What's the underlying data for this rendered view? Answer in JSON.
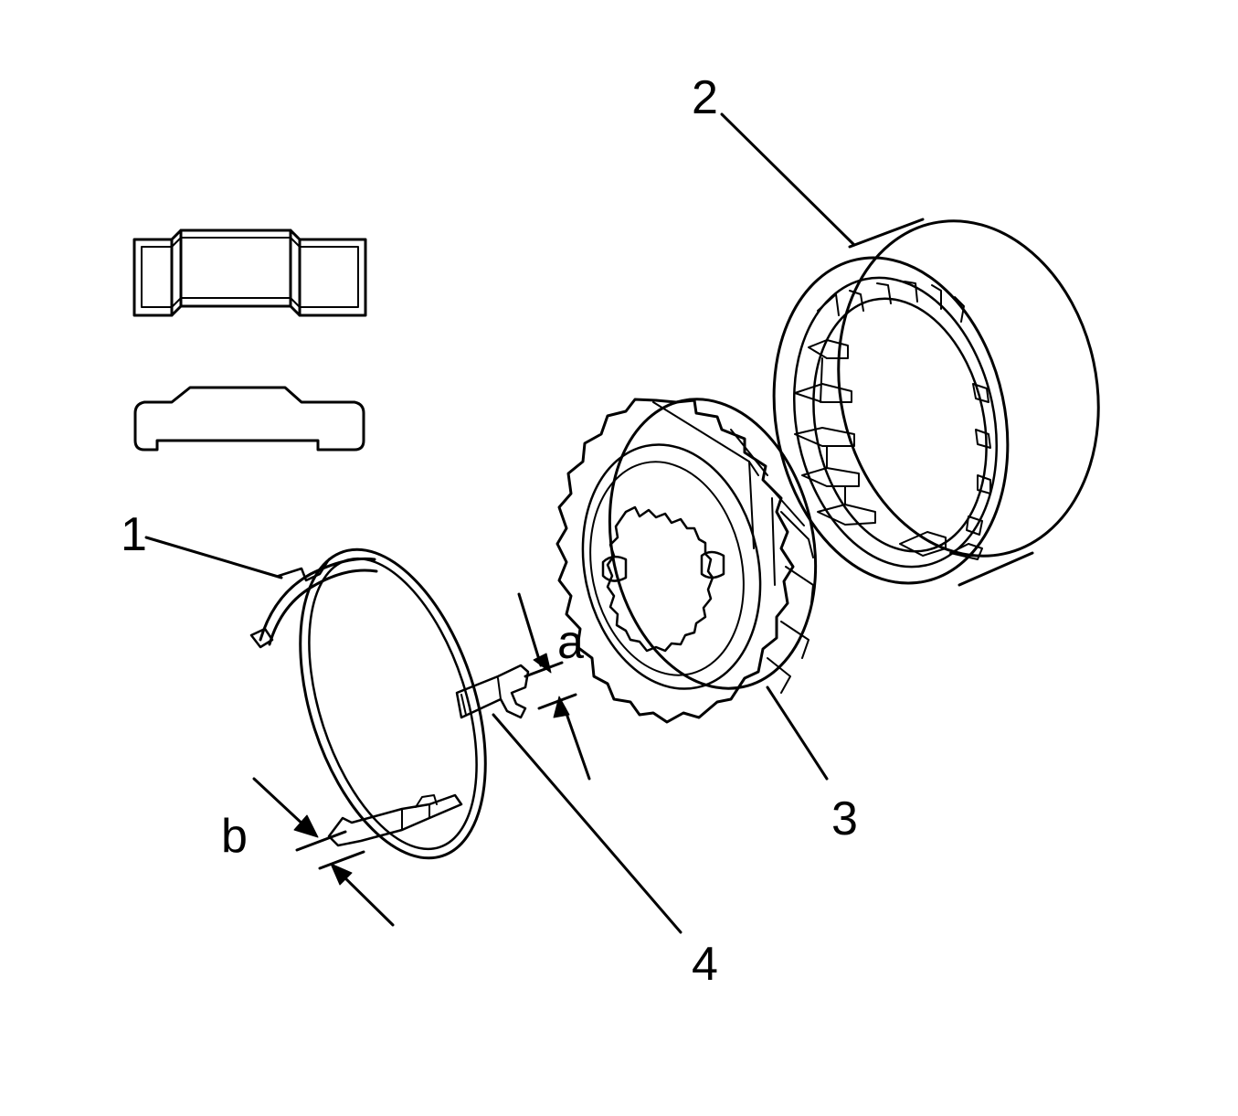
{
  "diagram": {
    "callouts": {
      "c1": "1",
      "c2": "2",
      "c3": "3",
      "c4": "4"
    },
    "dimensions": {
      "a": "a",
      "b": "b"
    },
    "colors": {
      "line": "#000000",
      "background": "#ffffff"
    }
  }
}
